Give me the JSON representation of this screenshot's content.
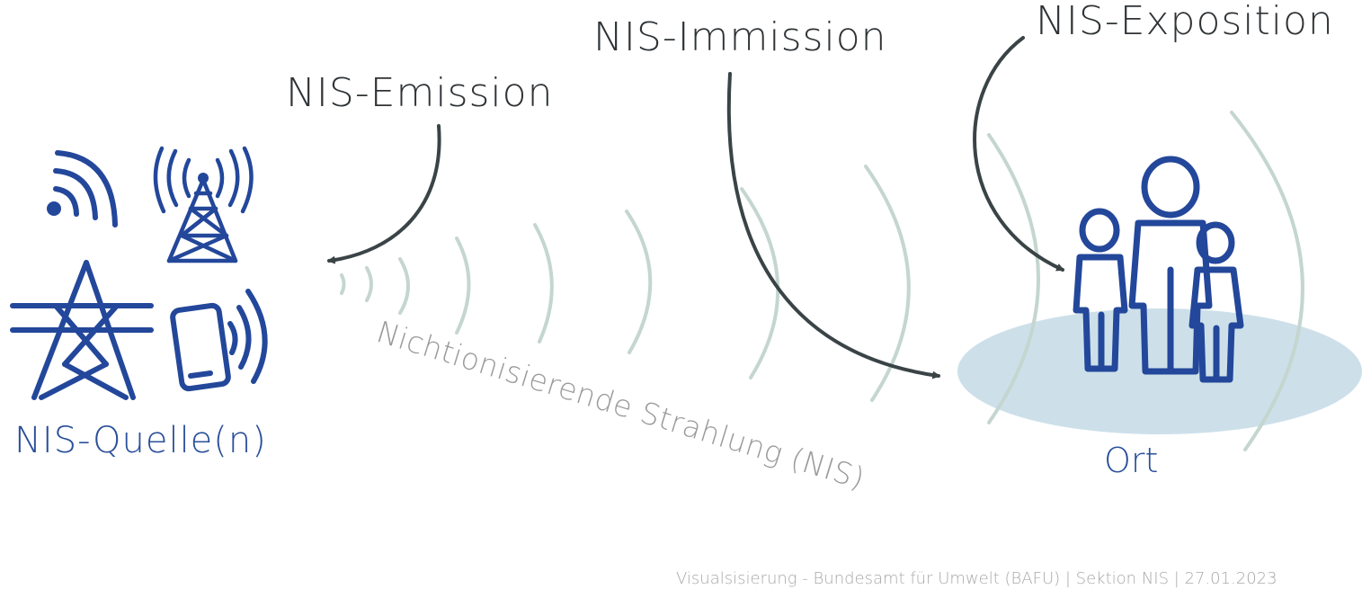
{
  "labels": {
    "emission": "NIS-Emission",
    "immission": "NIS-Immission",
    "exposition": "NIS-Exposition",
    "source": "NIS-Quelle(n)",
    "radiation": "Nichtionisierende Strahlung (NIS)",
    "place": "Ort"
  },
  "footer": "Visualsisierung - Bundesamt für Umwelt (BAFU) | Sektion NIS | 27.01.2023",
  "colors": {
    "icon_blue": "#23479a",
    "wave_green": "#c4d6cf",
    "place_fill": "#cde0ea",
    "arrow_dark": "#3a4446",
    "label_dark": "#2f3336",
    "radiation_text": "#9a9a9a",
    "footer_text": "#a8a8a8"
  },
  "icons": [
    "wifi-icon",
    "antenna-tower-icon",
    "power-pylon-icon",
    "mobile-phone-icon",
    "people-icon"
  ]
}
